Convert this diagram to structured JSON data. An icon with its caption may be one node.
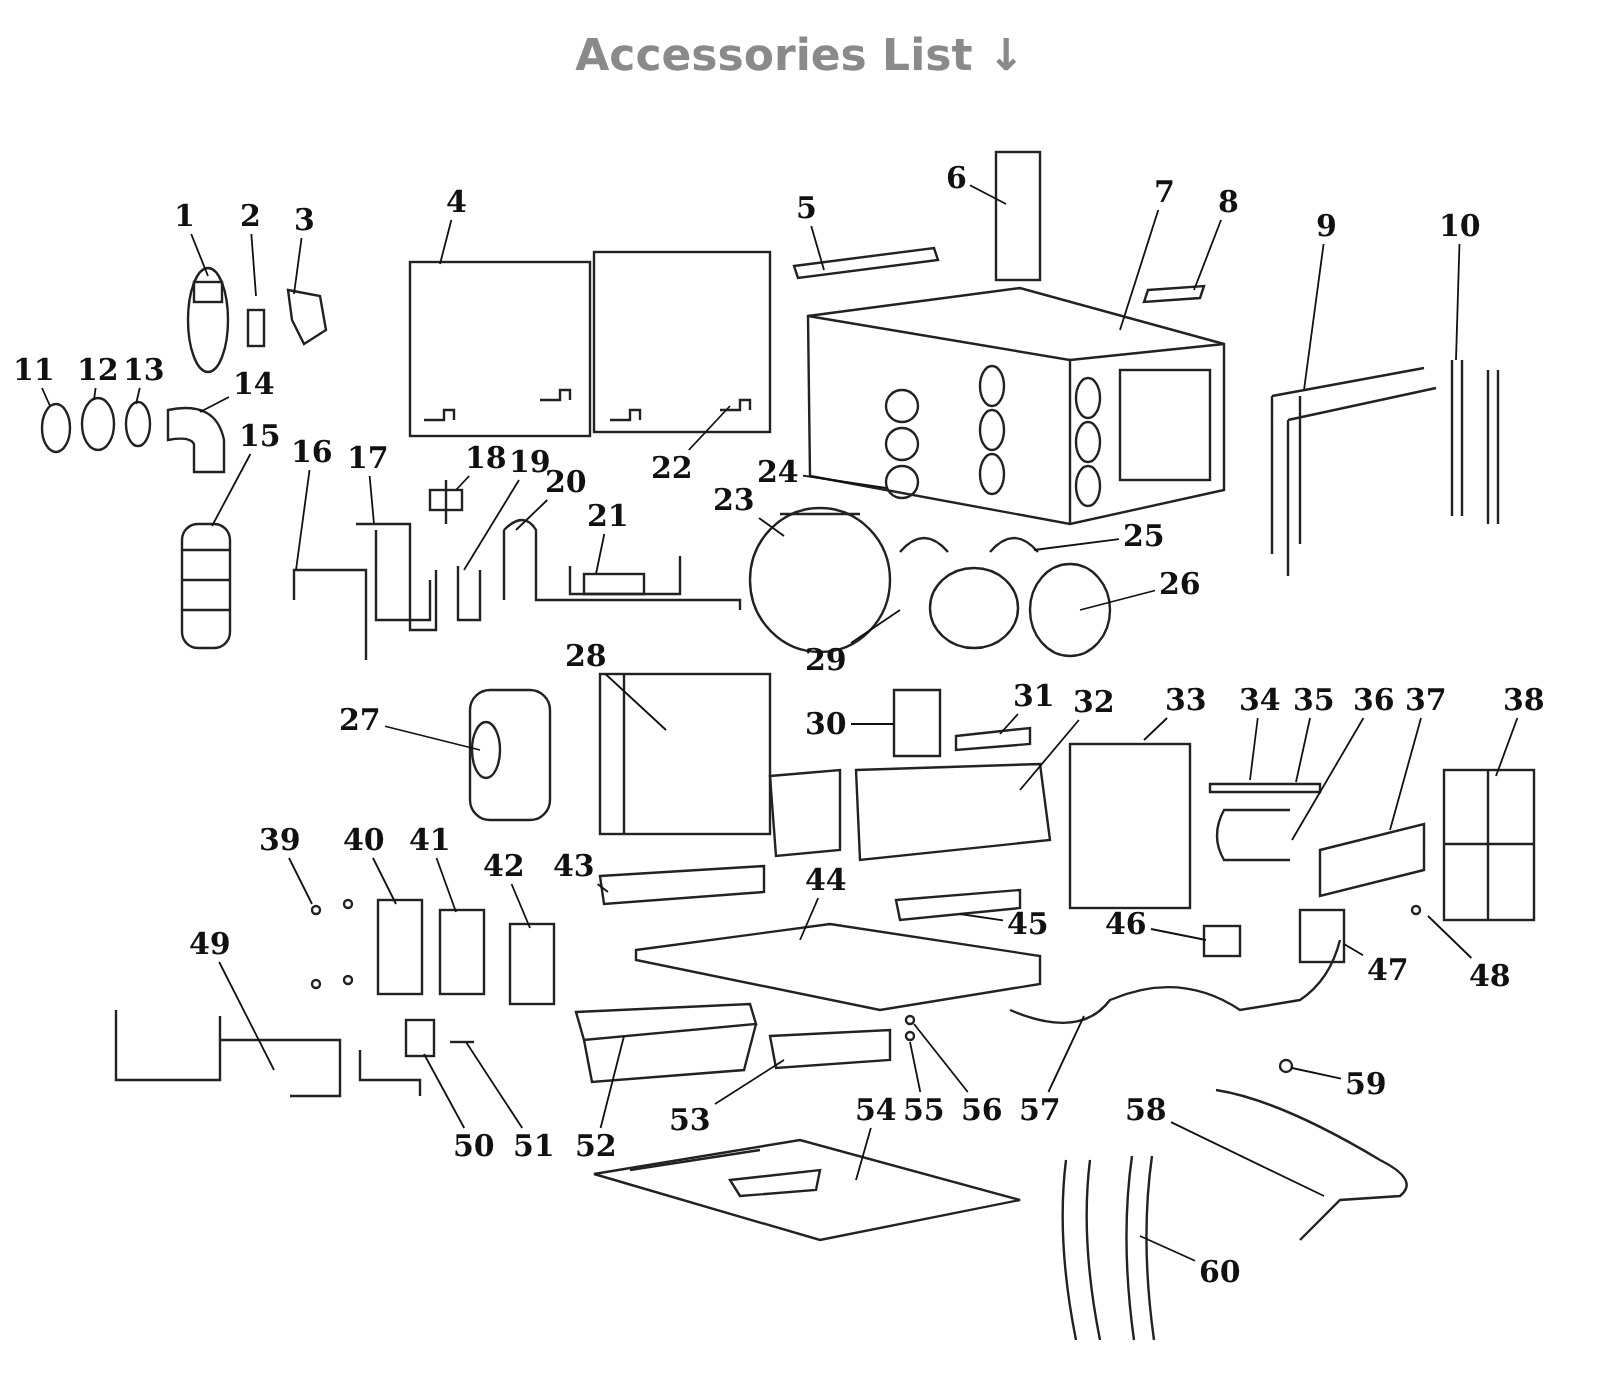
{
  "diagram": {
    "title": "Accessories List ↓",
    "nodes": [
      {
        "text": [
          "1"
        ]
      },
      {
        "text": [
          "2"
        ]
      },
      {
        "text": [
          "3"
        ]
      },
      {
        "text": [
          "4"
        ]
      },
      {
        "text": [
          "5"
        ]
      },
      {
        "text": [
          "6"
        ]
      },
      {
        "text": [
          "7"
        ]
      },
      {
        "text": [
          "8"
        ]
      },
      {
        "text": [
          "9"
        ]
      },
      {
        "text": [
          "10"
        ]
      },
      {
        "text": [
          "11"
        ]
      },
      {
        "text": [
          "12"
        ]
      },
      {
        "text": [
          "13"
        ]
      },
      {
        "text": [
          "14"
        ]
      },
      {
        "text": [
          "15"
        ]
      },
      {
        "text": [
          "16"
        ]
      },
      {
        "text": [
          "17"
        ]
      },
      {
        "text": [
          "18"
        ]
      },
      {
        "text": [
          "19"
        ]
      },
      {
        "text": [
          "20"
        ]
      },
      {
        "text": [
          "21"
        ]
      },
      {
        "text": [
          "22"
        ]
      },
      {
        "text": [
          "23"
        ]
      },
      {
        "text": [
          "24"
        ]
      },
      {
        "text": [
          "25"
        ]
      },
      {
        "text": [
          "26"
        ]
      },
      {
        "text": [
          "27"
        ]
      },
      {
        "text": [
          "28"
        ]
      },
      {
        "text": [
          "29"
        ]
      },
      {
        "text": [
          "30"
        ]
      },
      {
        "text": [
          "31"
        ]
      },
      {
        "text": [
          "32"
        ]
      },
      {
        "text": [
          "33"
        ]
      },
      {
        "text": [
          "34"
        ]
      },
      {
        "text": [
          "35"
        ]
      },
      {
        "text": [
          "36"
        ]
      },
      {
        "text": [
          "37"
        ]
      },
      {
        "text": [
          "38"
        ]
      },
      {
        "text": [
          "39"
        ]
      },
      {
        "text": [
          "40"
        ]
      },
      {
        "text": [
          "41"
        ]
      },
      {
        "text": [
          "42"
        ]
      },
      {
        "text": [
          "43"
        ]
      },
      {
        "text": [
          "44"
        ]
      },
      {
        "text": [
          "45"
        ]
      },
      {
        "text": [
          "46"
        ]
      },
      {
        "text": [
          "47"
        ]
      },
      {
        "text": [
          "48"
        ]
      },
      {
        "text": [
          "49"
        ]
      },
      {
        "text": [
          "50"
        ]
      },
      {
        "text": [
          "51"
        ]
      },
      {
        "text": [
          "52"
        ]
      },
      {
        "text": [
          "53"
        ]
      },
      {
        "text": [
          "54"
        ]
      },
      {
        "text": [
          "55"
        ]
      },
      {
        "text": [
          "56"
        ]
      },
      {
        "text": [
          "57"
        ]
      },
      {
        "text": [
          "58"
        ]
      },
      {
        "text": [
          "59"
        ]
      },
      {
        "text": [
          "60"
        ]
      }
    ],
    "edges": [
      {
        "from": 0,
        "to": null,
        "arrow": "none"
      },
      {
        "from": 1,
        "to": null,
        "arrow": "none"
      },
      {
        "from": 2,
        "to": null,
        "arrow": "none"
      },
      {
        "from": 3,
        "to": null,
        "arrow": "none"
      },
      {
        "from": 4,
        "to": null,
        "arrow": "none"
      },
      {
        "from": 5,
        "to": null,
        "arrow": "none"
      },
      {
        "from": 6,
        "to": null,
        "arrow": "none"
      },
      {
        "from": 7,
        "to": null,
        "arrow": "none"
      },
      {
        "from": 8,
        "to": null,
        "arrow": "none"
      },
      {
        "from": 9,
        "to": null,
        "arrow": "none"
      },
      {
        "from": 10,
        "to": null,
        "arrow": "none"
      },
      {
        "from": 11,
        "to": null,
        "arrow": "none"
      },
      {
        "from": 12,
        "to": null,
        "arrow": "none"
      },
      {
        "from": 13,
        "to": null,
        "arrow": "none"
      },
      {
        "from": 14,
        "to": null,
        "arrow": "none"
      },
      {
        "from": 15,
        "to": null,
        "arrow": "none"
      },
      {
        "from": 16,
        "to": null,
        "arrow": "none"
      },
      {
        "from": 17,
        "to": null,
        "arrow": "none"
      },
      {
        "from": 18,
        "to": null,
        "arrow": "none"
      },
      {
        "from": 19,
        "to": null,
        "arrow": "none"
      },
      {
        "from": 20,
        "to": null,
        "arrow": "none"
      },
      {
        "from": 21,
        "to": null,
        "arrow": "none"
      },
      {
        "from": 22,
        "to": null,
        "arrow": "none"
      },
      {
        "from": 23,
        "to": null,
        "arrow": "none"
      },
      {
        "from": 24,
        "to": null,
        "arrow": "none"
      },
      {
        "from": 25,
        "to": null,
        "arrow": "none"
      },
      {
        "from": 26,
        "to": null,
        "arrow": "none"
      },
      {
        "from": 27,
        "to": null,
        "arrow": "none"
      },
      {
        "from": 28,
        "to": null,
        "arrow": "none"
      },
      {
        "from": 29,
        "to": null,
        "arrow": "none"
      },
      {
        "from": 30,
        "to": null,
        "arrow": "none"
      },
      {
        "from": 31,
        "to": null,
        "arrow": "none"
      },
      {
        "from": 32,
        "to": null,
        "arrow": "none"
      },
      {
        "from": 33,
        "to": null,
        "arrow": "none"
      },
      {
        "from": 34,
        "to": null,
        "arrow": "none"
      },
      {
        "from": 35,
        "to": null,
        "arrow": "none"
      },
      {
        "from": 36,
        "to": null,
        "arrow": "none"
      },
      {
        "from": 37,
        "to": null,
        "arrow": "none"
      },
      {
        "from": 38,
        "to": null,
        "arrow": "none"
      },
      {
        "from": 39,
        "to": null,
        "arrow": "none"
      },
      {
        "from": 40,
        "to": null,
        "arrow": "none"
      },
      {
        "from": 41,
        "to": null,
        "arrow": "none"
      },
      {
        "from": 42,
        "to": null,
        "arrow": "none"
      },
      {
        "from": 43,
        "to": null,
        "arrow": "none"
      },
      {
        "from": 44,
        "to": null,
        "arrow": "none"
      },
      {
        "from": 45,
        "to": null,
        "arrow": "none"
      },
      {
        "from": 46,
        "to": null,
        "arrow": "none"
      },
      {
        "from": 47,
        "to": null,
        "arrow": "none"
      },
      {
        "from": 48,
        "to": null,
        "arrow": "none"
      },
      {
        "from": 49,
        "to": null,
        "arrow": "none"
      },
      {
        "from": 50,
        "to": null,
        "arrow": "none"
      },
      {
        "from": 51,
        "to": null,
        "arrow": "none"
      },
      {
        "from": 52,
        "to": null,
        "arrow": "none"
      },
      {
        "from": 53,
        "to": null,
        "arrow": "none"
      },
      {
        "from": 54,
        "to": null,
        "arrow": "none"
      },
      {
        "from": 55,
        "to": null,
        "arrow": "none"
      },
      {
        "from": 56,
        "to": null,
        "arrow": "none"
      },
      {
        "from": 57,
        "to": null,
        "arrow": "none"
      },
      {
        "from": 58,
        "to": null,
        "arrow": "none"
      },
      {
        "from": 59,
        "to": null,
        "arrow": "none"
      }
    ]
  }
}
